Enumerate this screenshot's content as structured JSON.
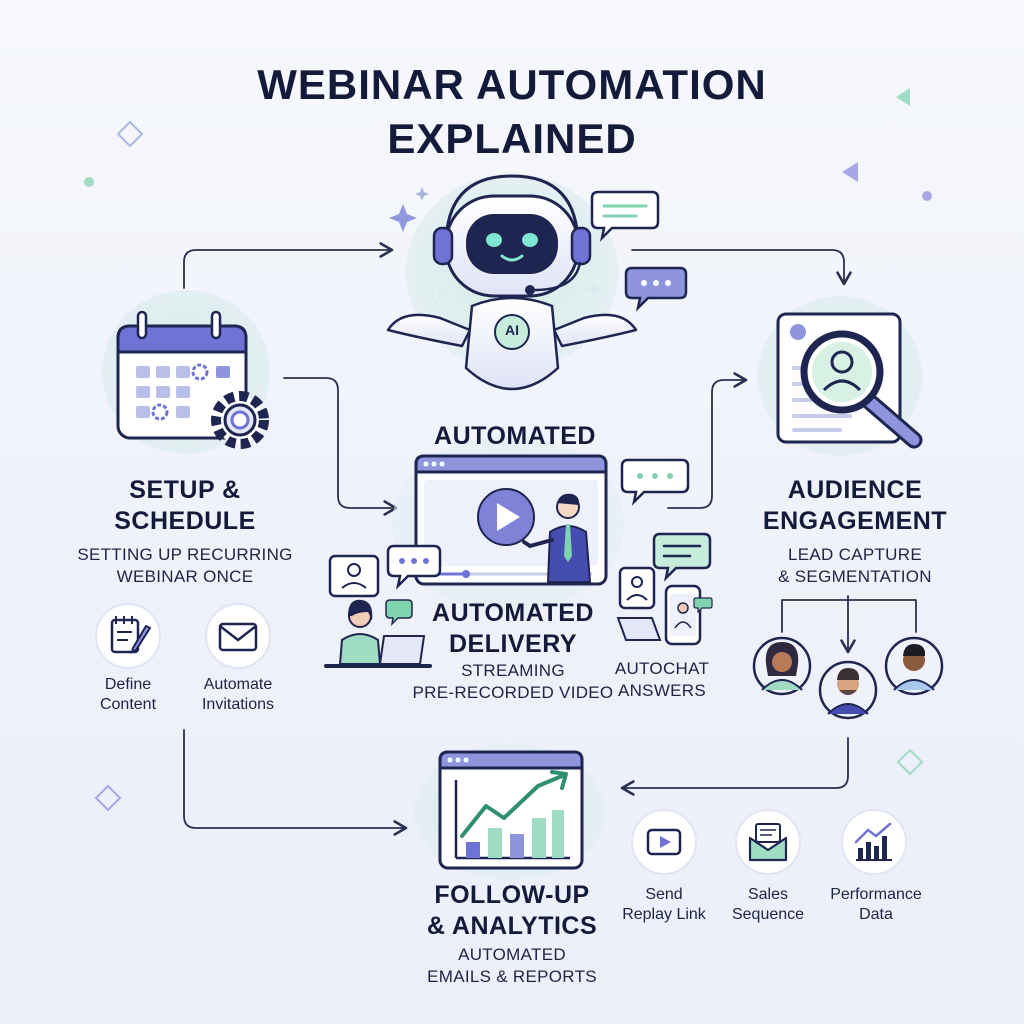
{
  "title_line1": "WEBINAR AUTOMATION",
  "title_line2": "EXPLAINED",
  "robot_badge": "AI",
  "colors": {
    "navy": "#1e2550",
    "purple": "#6f73d6",
    "green": "#7fd3ae",
    "bg": "#f2f4fb"
  },
  "setup": {
    "title_line1": "SETUP &",
    "title_line2": "SCHEDULE",
    "desc_line1": "SETTING UP RECURRING",
    "desc_line2": "WEBINAR ONCE",
    "steps": [
      {
        "line1": "Define",
        "line2": "Content",
        "icon": "notepad-pencil-icon"
      },
      {
        "line1": "Automate",
        "line2": "Invitations",
        "icon": "envelope-icon"
      }
    ]
  },
  "delivery": {
    "heading": "AUTOMATED",
    "title_line1": "AUTOMATED",
    "title_line2": "DELIVERY",
    "desc_line1": "STREAMING",
    "desc_line2": "PRE-RECORDED VIDEO",
    "autochat_line1": "AUTOCHAT",
    "autochat_line2": "ANSWERS"
  },
  "engagement": {
    "title_line1": "AUDIENCE",
    "title_line2": "ENGAGEMENT",
    "desc_line1": "LEAD CAPTURE",
    "desc_line2": "& SEGMENTATION"
  },
  "followup": {
    "title_line1": "FOLLOW-UP",
    "title_line2": "& ANALYTICS",
    "desc_line1": "AUTOMATED",
    "desc_line2": "EMAILS & REPORTS",
    "steps": [
      {
        "line1": "Send",
        "line2": "Replay Link",
        "icon": "video-play-icon"
      },
      {
        "line1": "Sales",
        "line2": "Sequence",
        "icon": "email-sequence-icon"
      },
      {
        "line1": "Performance",
        "line2": "Data",
        "icon": "bar-chart-icon"
      }
    ]
  }
}
